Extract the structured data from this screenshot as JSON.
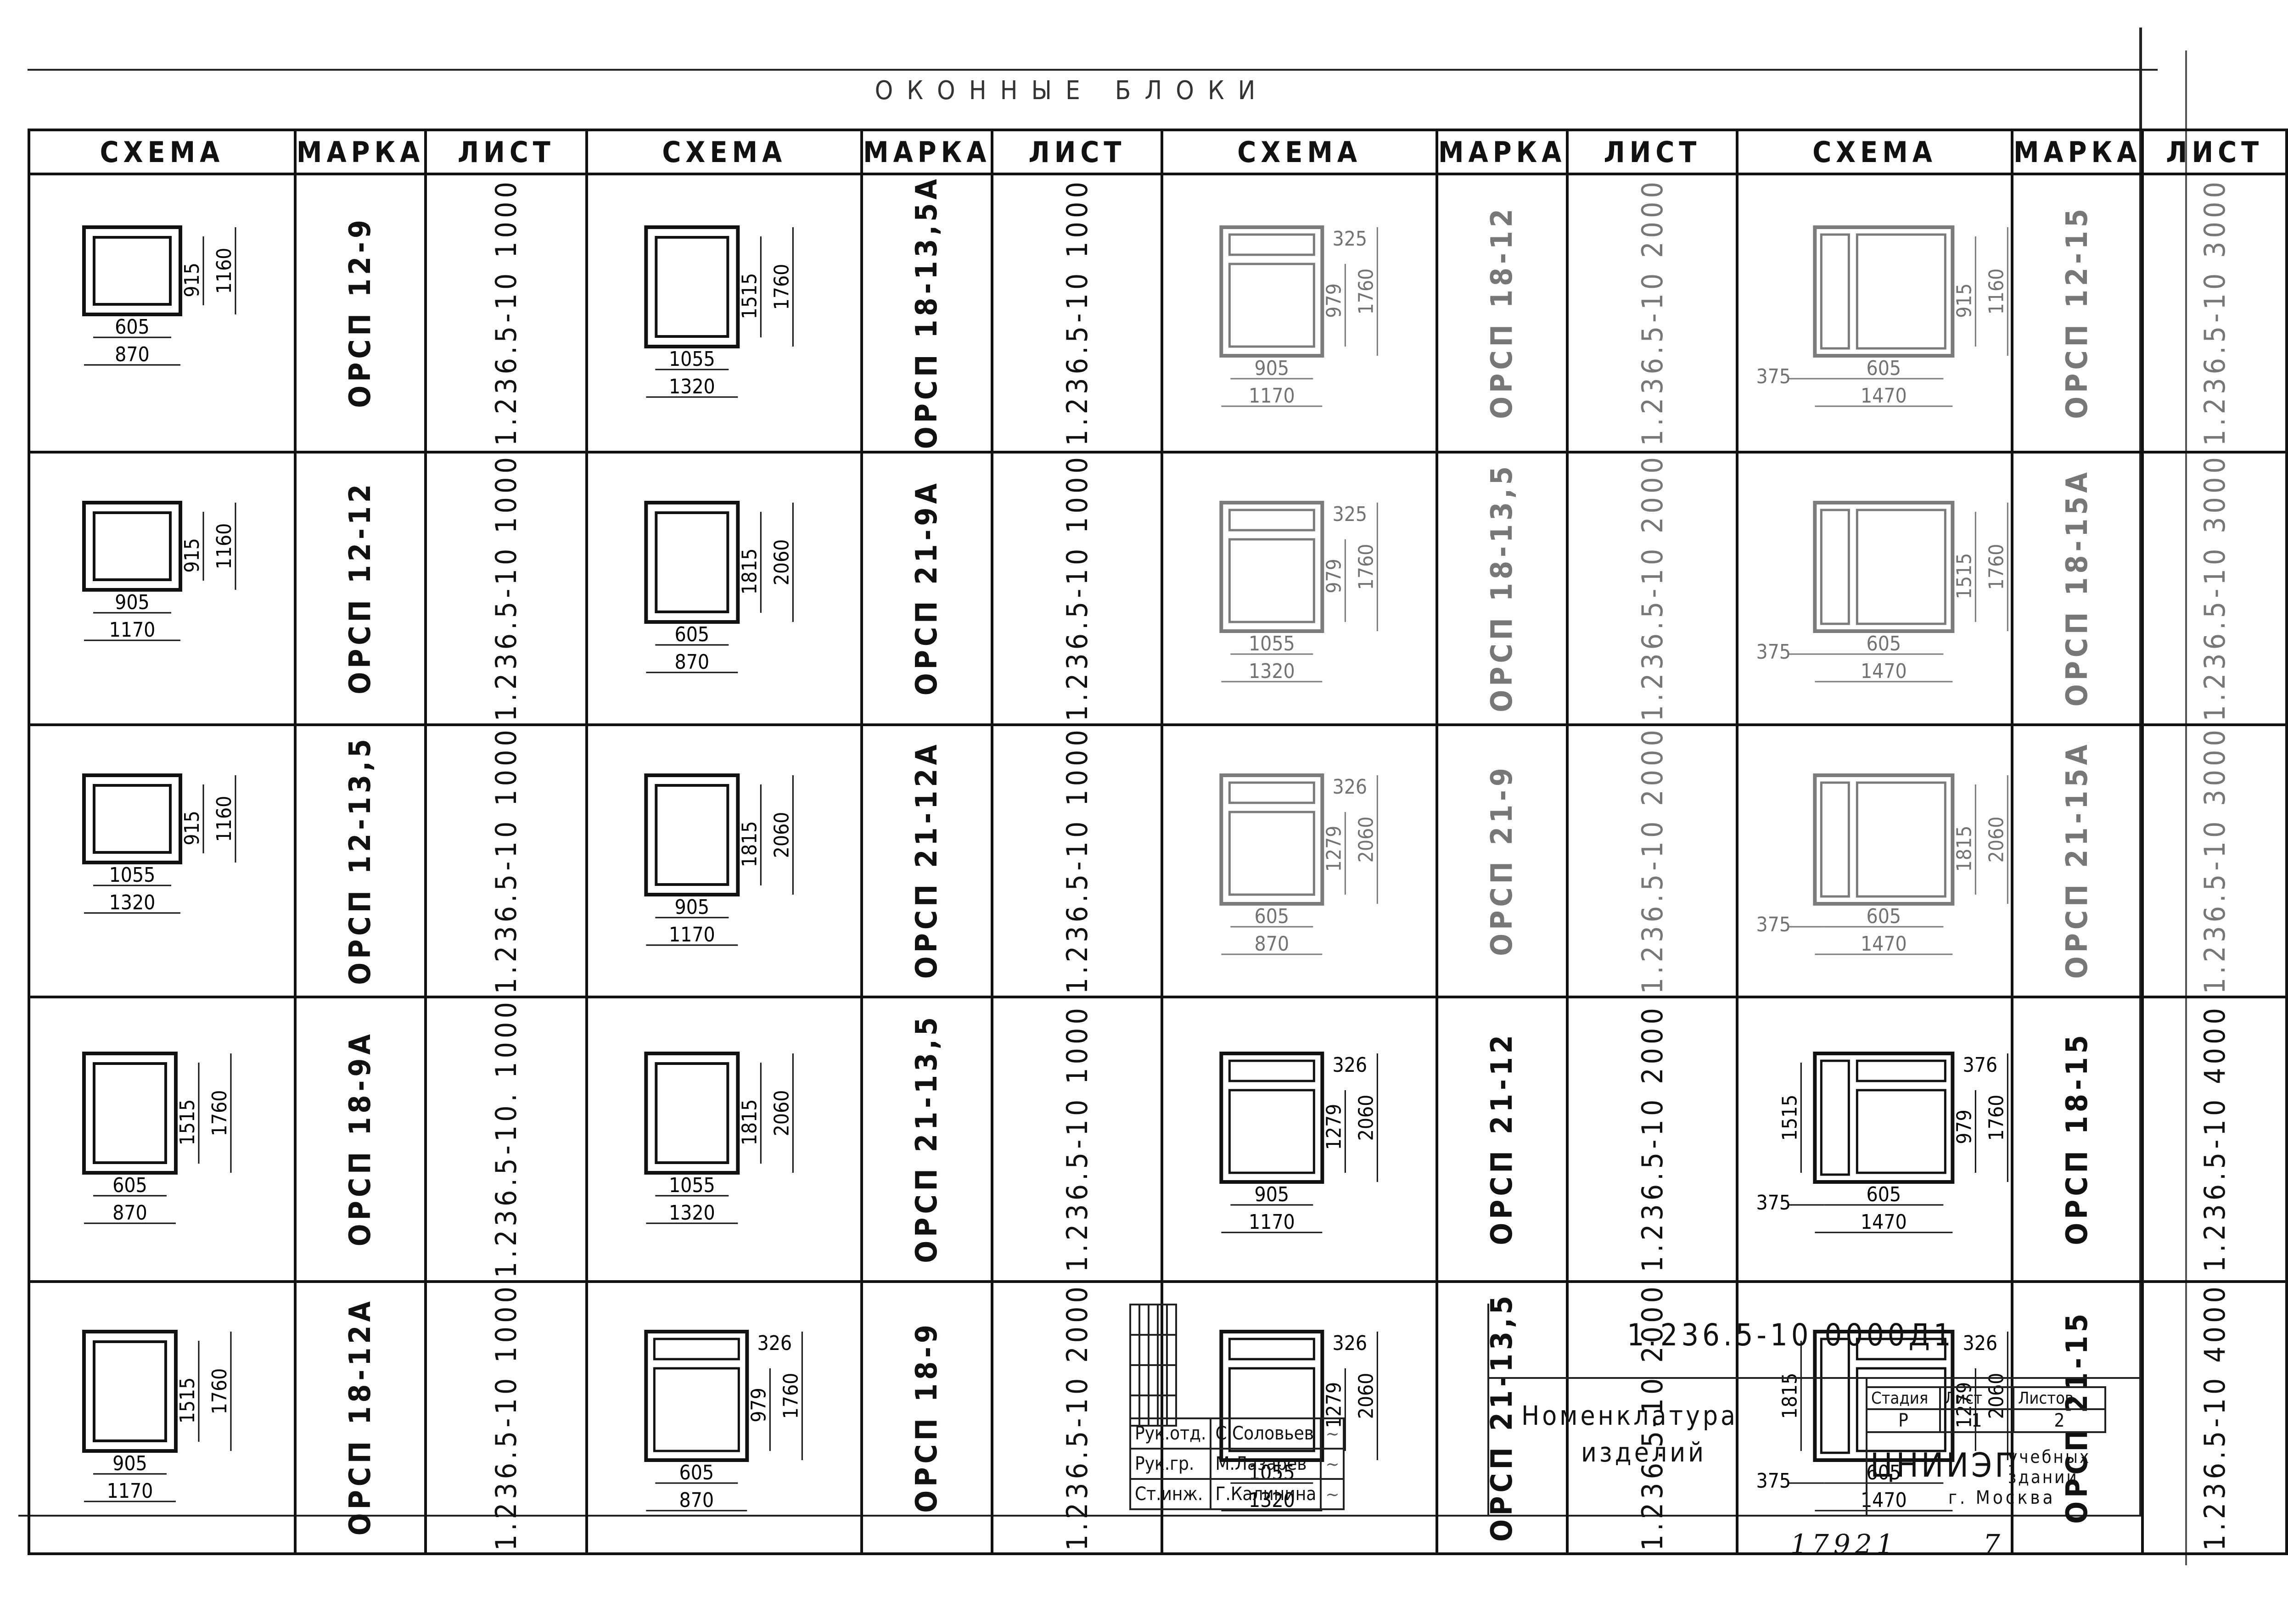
{
  "title": "ОКОННЫЕ БЛОКИ",
  "headers": {
    "scheme": "СХЕМА",
    "mark": "МАРКА",
    "sheet": "ЛИСТ"
  },
  "columns": [
    [
      {
        "mark": "ОРСП 12-9",
        "sheet": "1.236.5-10 1000",
        "w_in": "605",
        "w_out": "870",
        "h_in": "915",
        "h_out": "1160",
        "type": "small"
      },
      {
        "mark": "ОРСП 12-12",
        "sheet": "1.236.5-10 1000",
        "w_in": "905",
        "w_out": "1170",
        "h_in": "915",
        "h_out": "1160",
        "type": "small"
      },
      {
        "mark": "ОРСП 12-13,5",
        "sheet": "1.236.5-10 1000",
        "w_in": "1055",
        "w_out": "1320",
        "h_in": "915",
        "h_out": "1160",
        "type": "small"
      },
      {
        "mark": "ОРСП 18-9А",
        "sheet": "1.236.5-10. 1000",
        "w_in": "605",
        "w_out": "870",
        "h_in": "1515",
        "h_out": "1760",
        "type": "tall"
      },
      {
        "mark": "ОРСП 18-12А",
        "sheet": "1.236.5-10 1000",
        "w_in": "905",
        "w_out": "1170",
        "h_in": "1515",
        "h_out": "1760",
        "type": "tall"
      }
    ],
    [
      {
        "mark": "ОРСП 18-13,5А",
        "sheet": "1.236.5-10 1000",
        "w_in": "1055",
        "w_out": "1320",
        "h_in": "1515",
        "h_out": "1760",
        "type": "tall"
      },
      {
        "mark": "ОРСП 21-9А",
        "sheet": "1.236.5-10 1000",
        "w_in": "605",
        "w_out": "870",
        "h_in": "1815",
        "h_out": "2060",
        "type": "tall"
      },
      {
        "mark": "ОРСП 21-12А",
        "sheet": "1.236.5-10 1000",
        "w_in": "905",
        "w_out": "1170",
        "h_in": "1815",
        "h_out": "2060",
        "type": "tall"
      },
      {
        "mark": "ОРСП 21-13,5",
        "sheet": "1.236.5-10 1000",
        "w_in": "1055",
        "w_out": "1320",
        "h_in": "1815",
        "h_out": "2060",
        "type": "tall"
      },
      {
        "mark": "ОРСП 18-9",
        "sheet": "1.236.5-10 2000",
        "w_in": "605",
        "w_out": "870",
        "h_in": "979",
        "h_out": "1760",
        "h_top": "326",
        "type": "transom"
      }
    ],
    [
      {
        "mark": "ОРСП 18-12",
        "sheet": "1.236.5-10 2000",
        "w_in": "905",
        "w_out": "1170",
        "h_in": "979",
        "h_out": "1760",
        "h_top": "325",
        "type": "transom"
      },
      {
        "mark": "ОРСП 18-13,5",
        "sheet": "1.236.5-10 2000",
        "w_in": "1055",
        "w_out": "1320",
        "h_in": "979",
        "h_out": "1760",
        "h_top": "325",
        "type": "transom"
      },
      {
        "mark": "ОРСП 21-9",
        "sheet": "1.236.5-10 2000",
        "w_in": "605",
        "w_out": "870",
        "h_in": "1279",
        "h_out": "2060",
        "h_top": "326",
        "type": "transom"
      },
      {
        "mark": "ОРСП 21-12",
        "sheet": "1.236.5-10 2000",
        "w_in": "905",
        "w_out": "1170",
        "h_in": "1279",
        "h_out": "2060",
        "h_top": "326",
        "type": "transom"
      },
      {
        "mark": "ОРСП 21-13,5",
        "sheet": "1.236.5-10 2000",
        "w_in": "1055",
        "w_out": "1320",
        "h_in": "1279",
        "h_out": "2060",
        "h_top": "326",
        "type": "transom"
      }
    ],
    [
      {
        "mark": "ОРСП 12-15",
        "sheet": "1.236.5-10 3000",
        "w_in": "605",
        "w_out": "1470",
        "w_left": "375",
        "h_in": "915",
        "h_out": "1160",
        "type": "double"
      },
      {
        "mark": "ОРСП 18-15А",
        "sheet": "1.236.5-10 3000",
        "w_in": "605",
        "w_out": "1470",
        "w_left": "375",
        "h_in": "1515",
        "h_out": "1760",
        "type": "double"
      },
      {
        "mark": "ОРСП 21-15А",
        "sheet": "1.236.5-10 3000",
        "w_in": "605",
        "w_out": "1470",
        "w_left": "375",
        "h_in": "1815",
        "h_out": "2060",
        "type": "double"
      },
      {
        "mark": "ОРСП 18-15",
        "sheet": "1.236.5-10 4000",
        "w_in": "605",
        "w_out": "1470",
        "w_left": "375",
        "h_in": "979",
        "h_out": "1760",
        "h_top": "376",
        "h_side": "1515",
        "type": "double-transom"
      },
      {
        "mark": "ОРСП 21-15",
        "sheet": "1.236.5-10 4000",
        "w_in": "605",
        "w_out": "1470",
        "w_left": "375",
        "h_in": "1279",
        "h_out": "2060",
        "h_top": "326",
        "h_side": "1815",
        "type": "double-transom"
      }
    ]
  ],
  "stamp": {
    "doc_code": "1.236.5-10 0000Д1",
    "doc_title_line1": "Номенклатура",
    "doc_title_line2": "изделий",
    "stage_label": "Стадия",
    "stage_value": "Р",
    "sheet_label": "Лист",
    "sheet_value": "1",
    "sheets_label": "Листов",
    "sheets_value": "2",
    "org_name": "ЦНИИЭП",
    "org_sub1": "учебных",
    "org_sub2": "зданий",
    "org_city": "г. Москва",
    "people": [
      {
        "role": "Рук.отд.",
        "name": "С.Соловьев"
      },
      {
        "role": "Рук.гр.",
        "name": "М.Лазарев"
      },
      {
        "role": "Ст.инж.",
        "name": "Г.Калинина"
      }
    ]
  },
  "footer": {
    "archive_no": "17921",
    "page_no": "7"
  }
}
